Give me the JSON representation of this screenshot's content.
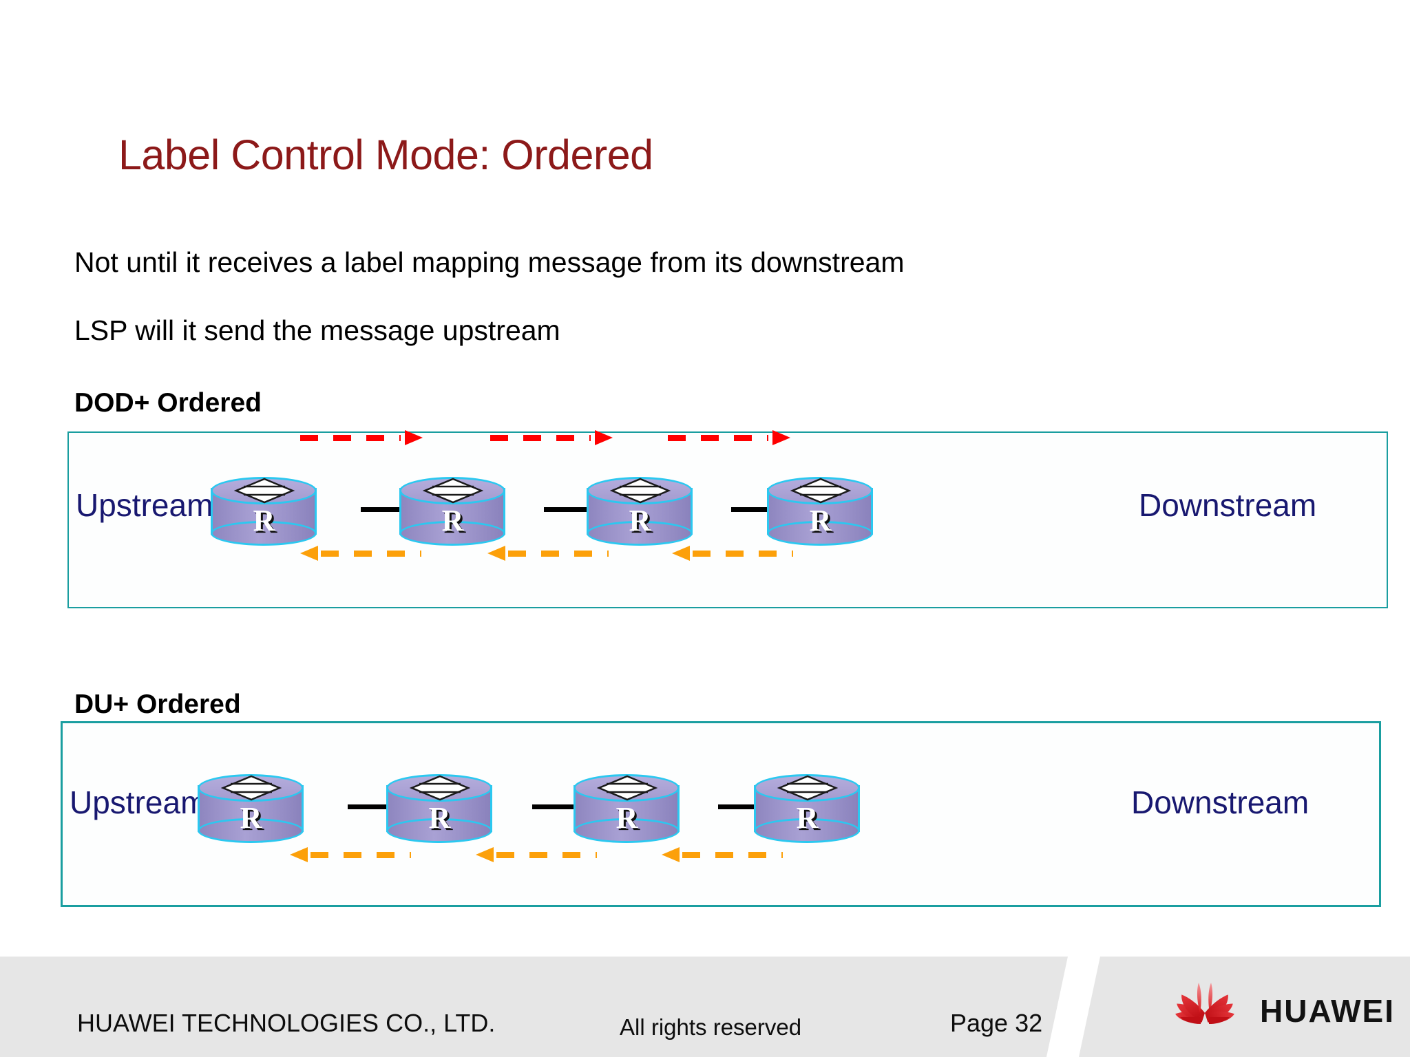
{
  "slide": {
    "title": "Label Control Mode: Ordered",
    "title_color": "#8C1919",
    "body_lines": [
      "Not until it receives a label mapping message from its downstream",
      "LSP will it send the message upstream"
    ]
  },
  "sections": [
    {
      "id": "dod",
      "heading": "DOD+ Ordered",
      "border_color": "#1A9EA0",
      "left_label": "Upstream",
      "right_label": "Downstream",
      "label_color": "#181870",
      "nodes": [
        {
          "label": "R"
        },
        {
          "label": "R"
        },
        {
          "label": "R"
        },
        {
          "label": "R"
        }
      ],
      "arrows_top": [
        {
          "direction": "right",
          "color": "#FE0000",
          "style": "dashed"
        },
        {
          "direction": "right",
          "color": "#FE0000",
          "style": "dashed"
        },
        {
          "direction": "right",
          "color": "#FE0000",
          "style": "dashed"
        }
      ],
      "arrows_bottom": [
        {
          "direction": "left",
          "color": "#FCA00A",
          "style": "dashed"
        },
        {
          "direction": "left",
          "color": "#FCA00A",
          "style": "dashed"
        },
        {
          "direction": "left",
          "color": "#FCA00A",
          "style": "dashed"
        }
      ]
    },
    {
      "id": "du",
      "heading": "DU+ Ordered",
      "border_color": "#1A9EA0",
      "left_label": "Upstream",
      "right_label": "Downstream",
      "label_color": "#181870",
      "nodes": [
        {
          "label": "R"
        },
        {
          "label": "R"
        },
        {
          "label": "R"
        },
        {
          "label": "R"
        }
      ],
      "arrows_top": [],
      "arrows_bottom": [
        {
          "direction": "left",
          "color": "#FCA00A",
          "style": "dashed"
        },
        {
          "direction": "left",
          "color": "#FCA00A",
          "style": "dashed"
        },
        {
          "direction": "left",
          "color": "#FCA00A",
          "style": "dashed"
        }
      ]
    }
  ],
  "footer": {
    "company": "HUAWEI TECHNOLOGIES CO., LTD.",
    "rights": "All rights reserved",
    "page": "Page 32",
    "brand": "HUAWEI",
    "band_color": "#E6E6E6",
    "logo_color": "#D8161B"
  }
}
